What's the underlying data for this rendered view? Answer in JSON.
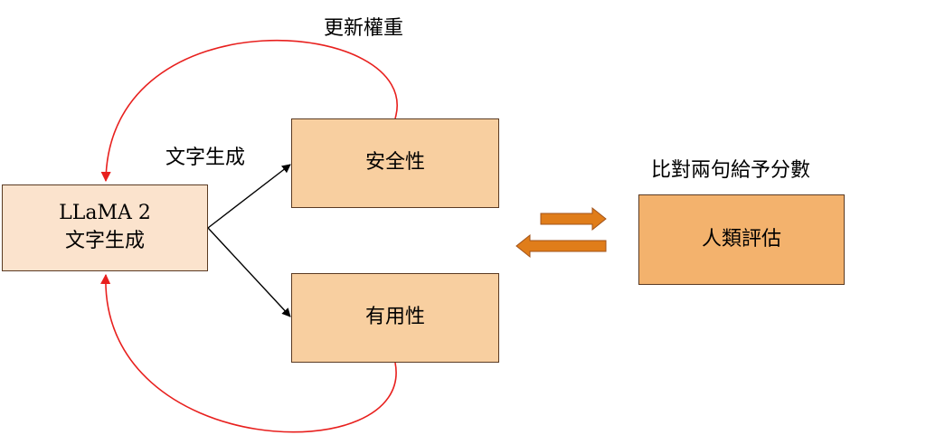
{
  "labels": {
    "update_weights": "更新權重",
    "text_generation": "文字生成",
    "compare": "比對兩句給予分數"
  },
  "boxes": {
    "llama": {
      "line1": "LLaMA 2",
      "line2": "文字生成"
    },
    "safety": "安全性",
    "helpfulness": "有用性",
    "human_eval": "人類評估"
  },
  "colors": {
    "feedback_arrow": "#e8201e",
    "flow_arrow": "#000000",
    "exchange_arrow": "#e07d1a",
    "exchange_arrow_border": "#a0521a",
    "box_border": "#5a3a22",
    "llama_fill": "#fbe3cd",
    "reward_fill": "#f8cfa0",
    "human_fill": "#f3b26d"
  }
}
